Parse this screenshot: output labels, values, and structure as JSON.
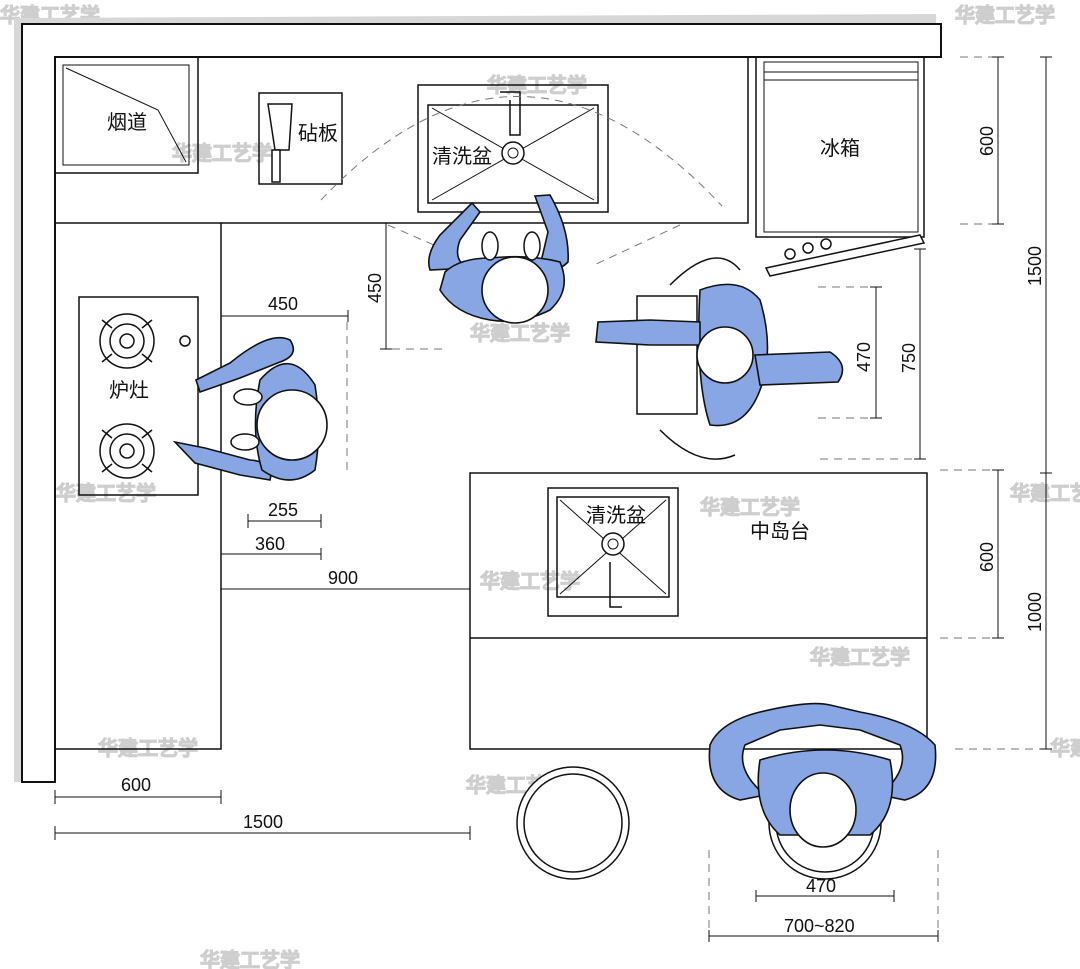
{
  "labels": {
    "flue": "烟道",
    "cutting_board": "砧板",
    "sink_top": "清洗盆",
    "fridge": "冰箱",
    "stove": "炉灶",
    "sink_island": "清洗盆",
    "island": "中岛台"
  },
  "dimensions": {
    "d450_h": "450",
    "d450_v": "450",
    "d255": "255",
    "d360": "360",
    "d900": "900",
    "d600_bottom": "600",
    "d1500_bottom": "1500",
    "d470_right": "470",
    "d750": "750",
    "d600_top_right": "600",
    "d1500_right": "1500",
    "d600_mid_right": "600",
    "d1000": "1000",
    "d470_bottom": "470",
    "d700_820": "700~820"
  },
  "watermark": "华建工艺学",
  "colors": {
    "person": "#88a6e4",
    "line": "#111111",
    "wall_shadow": "#d7d7d7"
  }
}
